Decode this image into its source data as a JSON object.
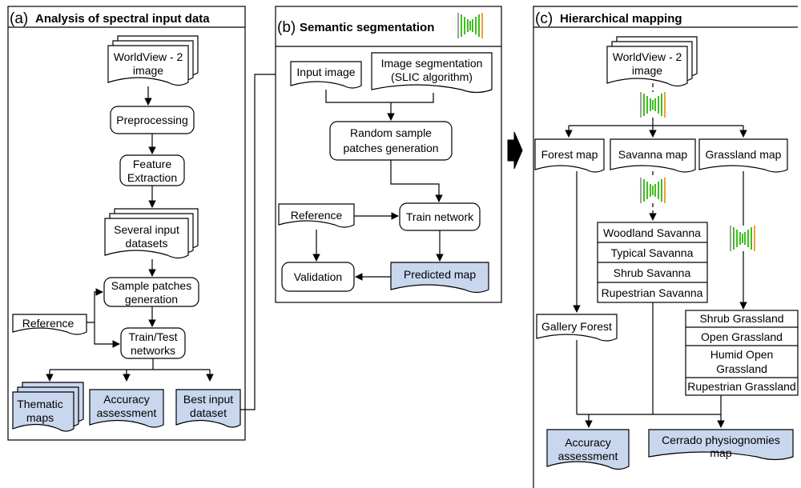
{
  "panel_a": {
    "tag": "(a)",
    "title": "Analysis of spectral input data",
    "worldview": [
      "WorldView - 2",
      "image"
    ],
    "preprocessing": "Preprocessing",
    "feature": [
      "Feature",
      "Extraction"
    ],
    "several": [
      "Several input",
      "datasets"
    ],
    "sample": [
      "Sample patches",
      "generation"
    ],
    "reference": "Reference",
    "train": [
      "Train/Test",
      "networks"
    ],
    "thematic": [
      "Thematic",
      "maps"
    ],
    "accuracy": [
      "Accuracy",
      "assessment"
    ],
    "best": [
      "Best input",
      "dataset"
    ]
  },
  "panel_b": {
    "tag": "(b)",
    "title": "Semantic segmentation",
    "input": "Input image",
    "segmentation": [
      "Image segmentation",
      "(SLIC algorithm)"
    ],
    "random": [
      "Random sample",
      "patches generation"
    ],
    "reference": "Reference",
    "train": "Train network",
    "validation": "Validation",
    "predicted": "Predicted map"
  },
  "panel_c": {
    "tag": "(c)",
    "title": "Hierarchical mapping",
    "worldview": [
      "WorldView - 2",
      "image"
    ],
    "forest": "Forest map",
    "savanna": "Savanna map",
    "grassland": "Grassland map",
    "savanna_classes": [
      "Woodland Savanna",
      "Typical Savanna",
      "Shrub Savanna",
      "Rupestrian Savanna"
    ],
    "gallery": "Gallery Forest",
    "grass_classes": [
      "Shrub Grassland",
      "Open Grassland",
      "Humid Open",
      "Grassland",
      "Rupestrian Grassland"
    ],
    "accuracy": [
      "Accuracy",
      "assessment"
    ],
    "cerrado": [
      "Cerrado physiognomies",
      "map"
    ]
  },
  "colors": {
    "highlight_fill": "#c9d7ee",
    "network_green": "#3fbf1f",
    "network_orange": "#f0a030",
    "network_gray": "#a0a0a0"
  }
}
